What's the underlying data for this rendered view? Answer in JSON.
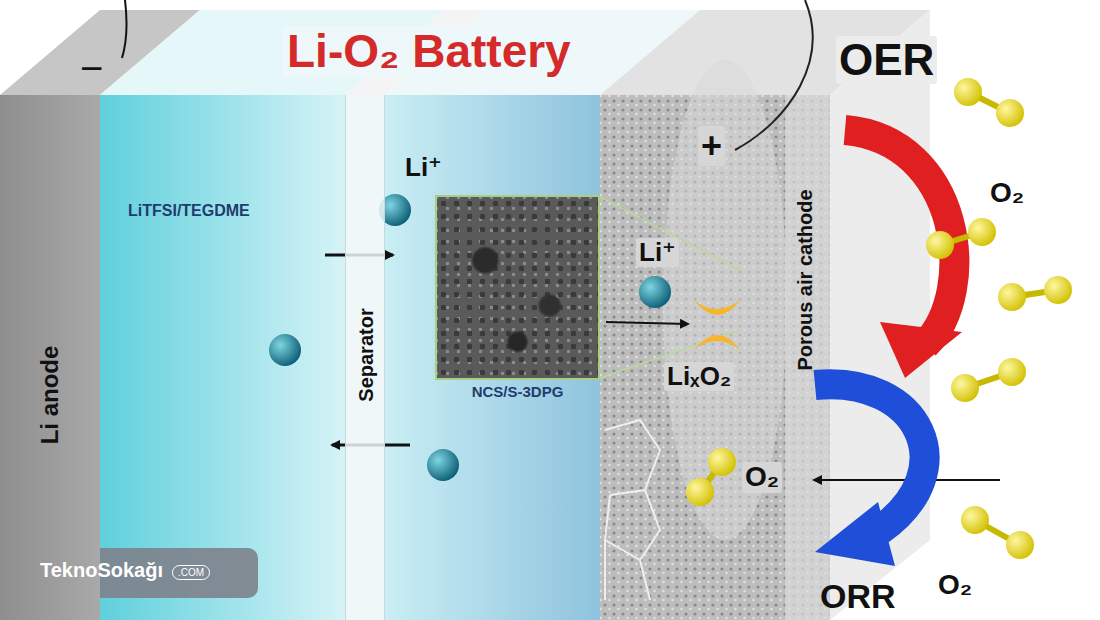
{
  "diagram": {
    "title": "Li-O₂ Battery",
    "nodes": [
      {
        "text": [
          "Li anode"
        ]
      },
      {
        "text": [
          "Separator"
        ]
      },
      {
        "text": [
          "NCS/S-3DPG"
        ]
      },
      {
        "text": [
          "Porous air cathode"
        ]
      }
    ],
    "labels": [
      "−",
      "+",
      "LiTFSI/TEGDME",
      "Li⁺",
      "Li⁺",
      "LiₓO₂",
      "OER",
      "O₂",
      "O₂",
      "O₂",
      "ORR",
      "TeknoSokağı",
      ".COM"
    ]
  }
}
